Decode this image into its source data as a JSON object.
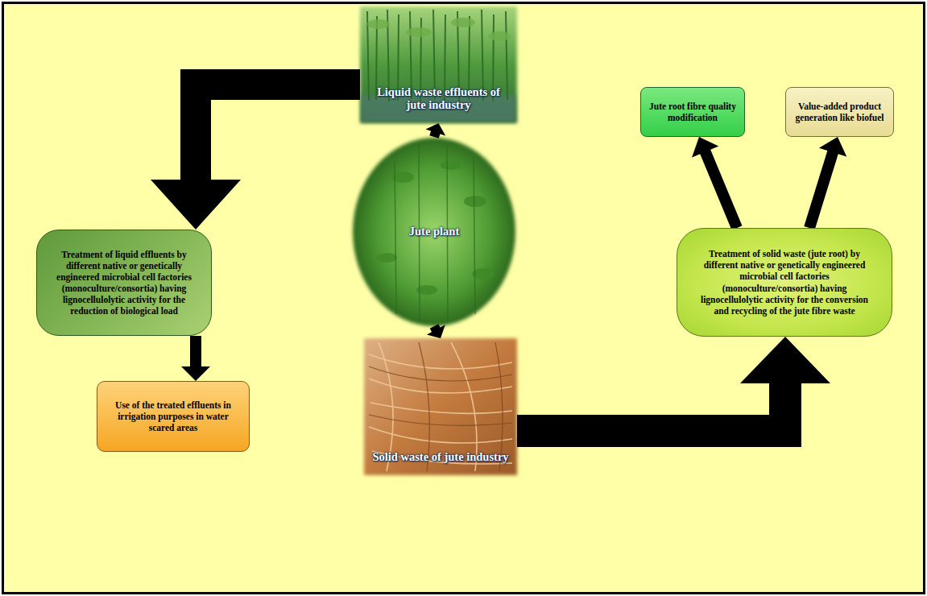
{
  "diagram": {
    "nodes": [
      {
        "text": [
          "Liquid waste effluents of jute industry"
        ]
      },
      {
        "text": [
          "Jute plant"
        ]
      },
      {
        "text": [
          "Solid waste of jute industry"
        ]
      },
      {
        "text": [
          "Treatment of liquid effluents by different native or genetically engineered microbial cell factories (monoculture/consortia) having lignocellulolytic activity for the reduction of biological load"
        ]
      },
      {
        "text": [
          "Use of the treated effluents in irrigation purposes in water scared areas"
        ]
      },
      {
        "text": [
          "Jute root fibre quality modification"
        ]
      },
      {
        "text": [
          "Value-added product generation like biofuel"
        ]
      },
      {
        "text": [
          "Treatment of solid waste (jute root) by different native or genetically engineered microbial cell factories (monoculture/consortia) having lignocellulolytic activity for the conversion and recycling of the jute fibre waste"
        ]
      }
    ],
    "edges": [
      {
        "from": 1,
        "to": 0,
        "arrow": "to"
      },
      {
        "from": 1,
        "to": 2,
        "arrow": "to"
      },
      {
        "from": 0,
        "to": 3,
        "arrow": "to"
      },
      {
        "from": 3,
        "to": 4,
        "arrow": "to"
      },
      {
        "from": 2,
        "to": 7,
        "arrow": "to"
      },
      {
        "from": 7,
        "to": 5,
        "arrow": "to"
      },
      {
        "from": 7,
        "to": 6,
        "arrow": "to"
      }
    ]
  }
}
